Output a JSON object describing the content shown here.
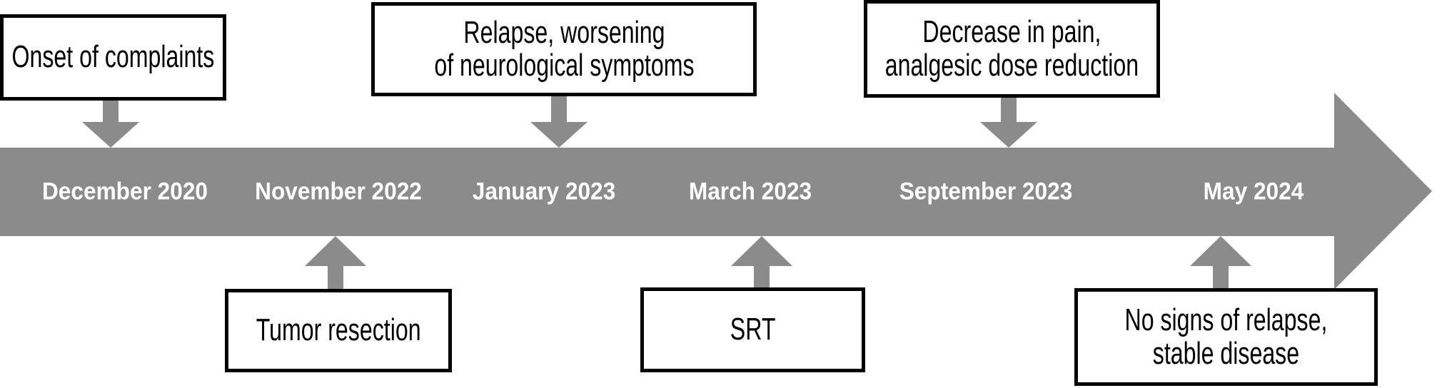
{
  "timeline": {
    "type": "timeline",
    "direction": "right",
    "colors": {
      "bar": "#8b8b8b",
      "box_border": "#000000",
      "box_background": "#ffffff",
      "date_text": "#ffffff",
      "event_text": "#000000"
    },
    "events": [
      {
        "date": "December 2020",
        "label": "Onset of complaints",
        "position": "above"
      },
      {
        "date": "November 2022",
        "label": "Tumor resection",
        "position": "below"
      },
      {
        "date": "January 2023",
        "label": "Relapse, worsening\nof neurological symptoms",
        "position": "above"
      },
      {
        "date": "March 2023",
        "label": "SRT",
        "position": "below"
      },
      {
        "date": "September 2023",
        "label": "Decrease in pain,\nanalgesic dose reduction",
        "position": "above"
      },
      {
        "date": "May 2024",
        "label": "No signs of relapse,\nstable disease",
        "position": "below"
      }
    ]
  }
}
